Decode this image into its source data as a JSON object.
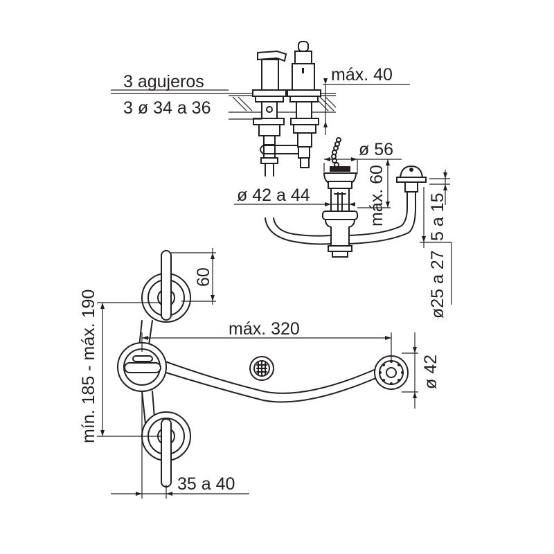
{
  "labels": {
    "holes_count": "3 agujeros",
    "holes_diameter": "3 ø 34 a 36",
    "max_40": "máx. 40",
    "diam_56": "ø 56",
    "max_60": "máx. 60",
    "diam_42_44": "ø 42 a 44",
    "range_5_15": "5 a 15",
    "diam_25_27": "ø25 a 27",
    "dim_60": "60",
    "min_max": "mín. 185 - máx. 190",
    "max_320": "máx. 320",
    "diam_42": "ø 42",
    "range_35_40": "35 a 40"
  }
}
